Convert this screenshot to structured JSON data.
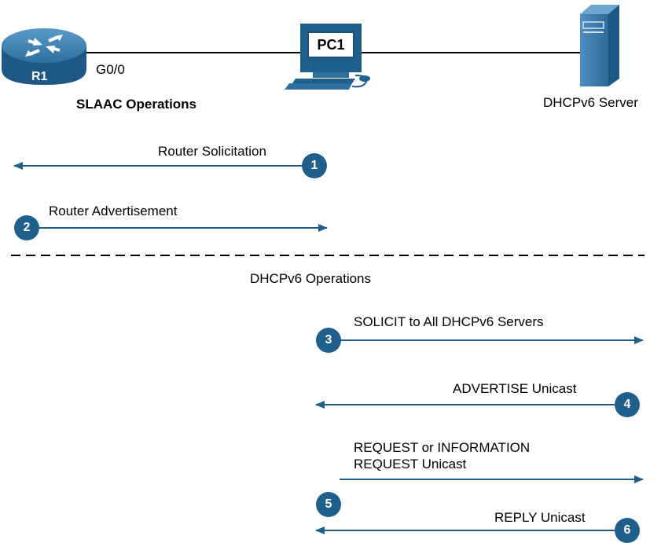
{
  "devices": {
    "router": {
      "name": "R1",
      "interface": "G0/0"
    },
    "pc": {
      "name": "PC1"
    },
    "server": {
      "name": "DHCPv6 Server"
    }
  },
  "sections": {
    "slaac_title": "SLAAC Operations",
    "dhcpv6_title": "DHCPv6 Operations"
  },
  "messages": [
    {
      "step": "1",
      "label": "Router Solicitation",
      "direction": "to-router"
    },
    {
      "step": "2",
      "label": "Router Advertisement",
      "direction": "to-pc"
    },
    {
      "step": "3",
      "label": "SOLICIT to All DHCPv6 Servers",
      "direction": "to-server"
    },
    {
      "step": "4",
      "label": "ADVERTISE Unicast",
      "direction": "to-pc"
    },
    {
      "step": "5",
      "label": "REQUEST or INFORMATION\nREQUEST Unicast",
      "direction": "to-server"
    },
    {
      "step": "6",
      "label": "REPLY Unicast",
      "direction": "to-pc"
    }
  ],
  "colors": {
    "accent": "#1f5f8b",
    "router_body": "#2e6f9e",
    "arrow": "#1f5f8b",
    "link": "#000000"
  }
}
